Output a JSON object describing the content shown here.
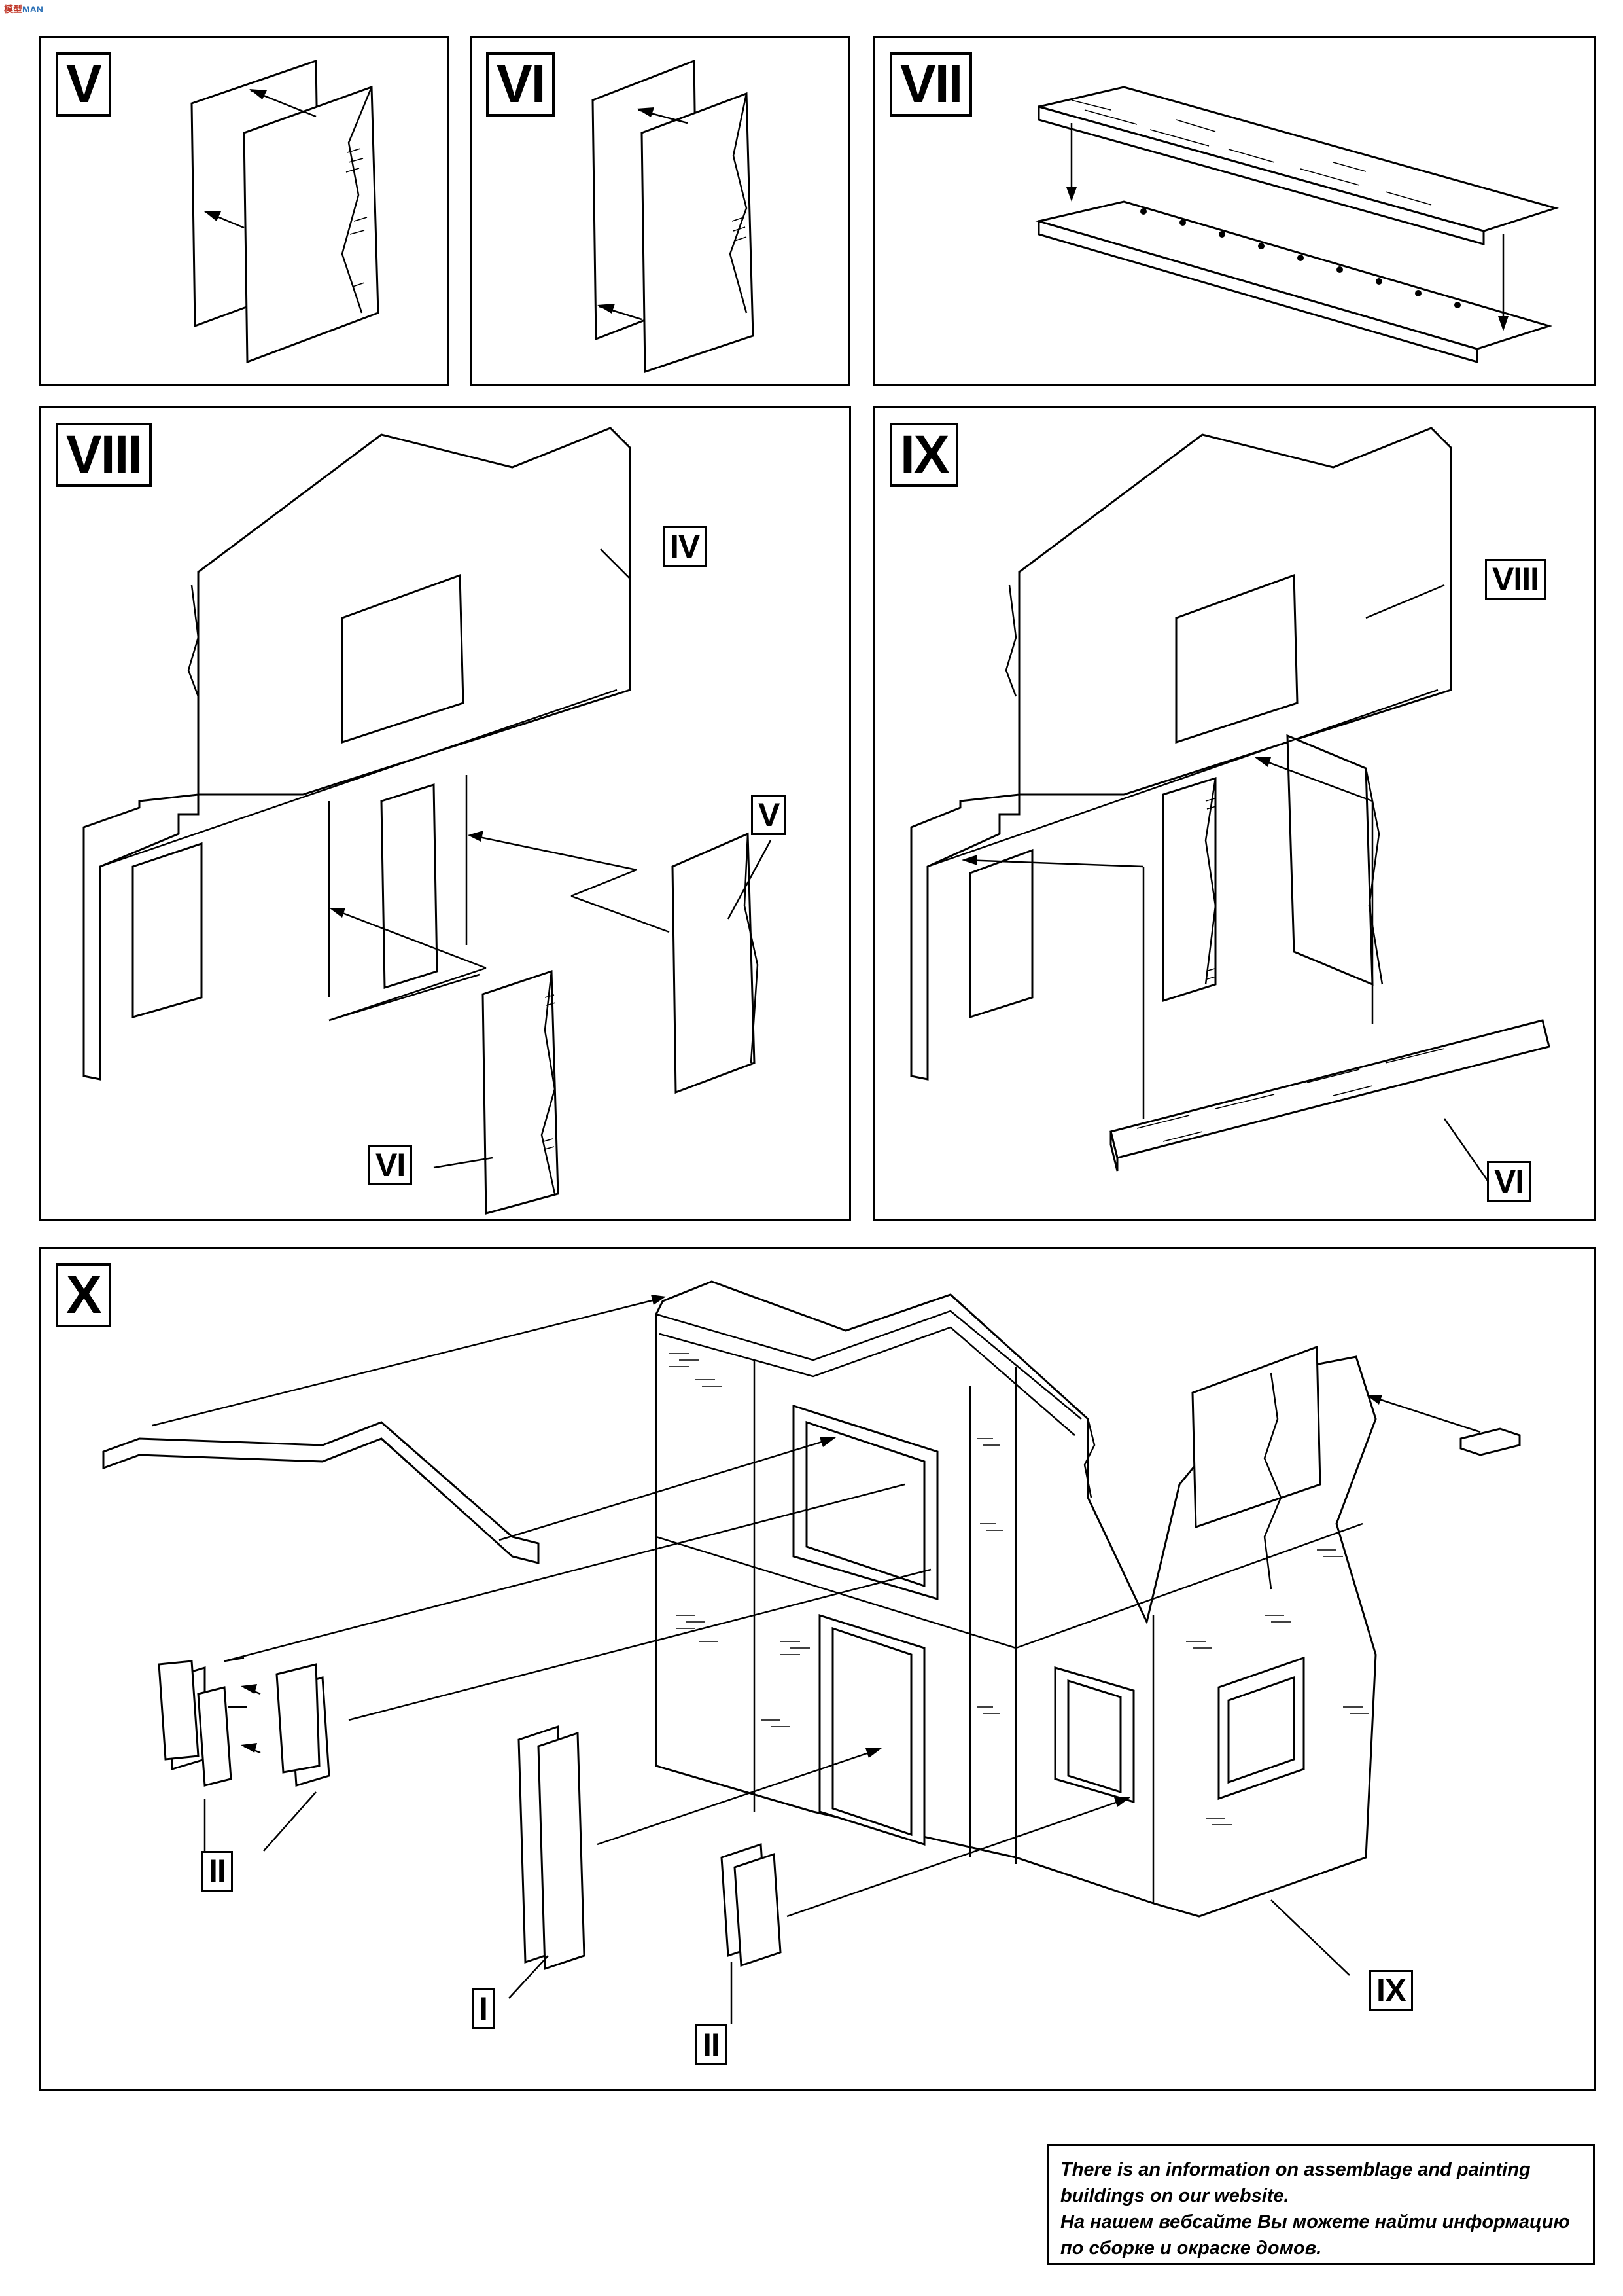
{
  "corner_logo": {
    "part1": "模型",
    "part2": "MAN"
  },
  "steps": [
    {
      "id": "V",
      "label": "V"
    },
    {
      "id": "VI",
      "label": "VI"
    },
    {
      "id": "VII",
      "label": "VII"
    },
    {
      "id": "VIII",
      "label": "VIII",
      "callouts": [
        "IV",
        "V",
        "VI"
      ]
    },
    {
      "id": "IX",
      "label": "IX",
      "callouts": [
        "VIII",
        "VI"
      ]
    },
    {
      "id": "X",
      "label": "X",
      "callouts": [
        "II",
        "I",
        "II",
        "IX"
      ]
    }
  ],
  "info_box": {
    "line1": "There is an information on assemblage and painting",
    "line2": "buildings on our website.",
    "line3": "На нашем вебсайте Вы можете найти информацию",
    "line4": "по сборке и окраске домов."
  }
}
